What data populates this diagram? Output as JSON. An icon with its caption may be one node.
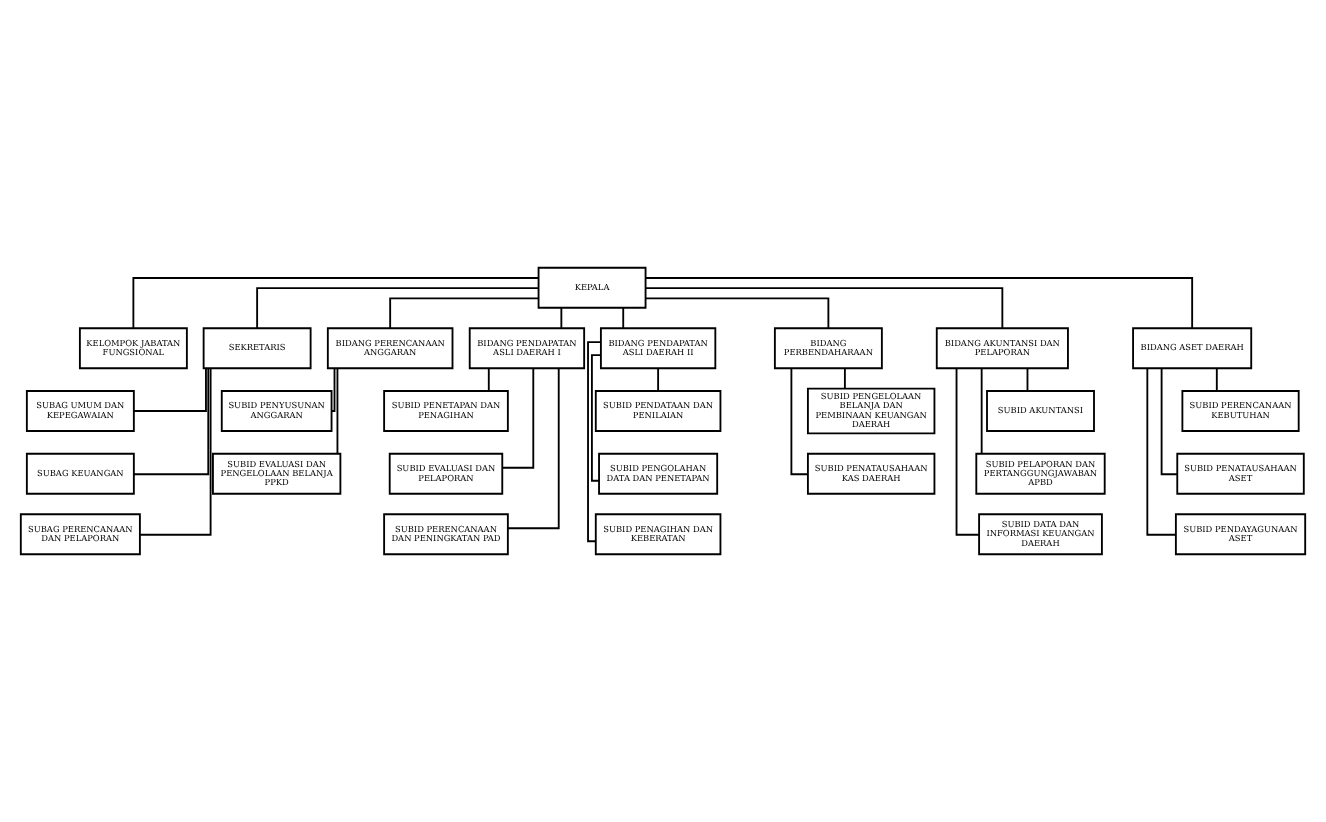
{
  "diagram": {
    "nodes": [
      {
        "text": [
          "KEPALA"
        ]
      },
      {
        "text": [
          "KELOMPOK JABATAN FUNGSIONAL"
        ]
      },
      {
        "text": [
          "SEKRETARIS"
        ]
      },
      {
        "text": [
          "SUBAG UMUM DAN KEPEGAWAIAN"
        ]
      },
      {
        "text": [
          "SUBAG KEUANGAN"
        ]
      },
      {
        "text": [
          "SUBAG PERENCANAAN DAN PELAPORAN"
        ]
      },
      {
        "text": [
          "BIDANG PERENCANAAN ANGGARAN"
        ]
      },
      {
        "text": [
          "BIDANG PENDAPATAN ASLI DAERAH I"
        ]
      },
      {
        "text": [
          "BIDANG PENDAPATAN ASLI DAERAH II"
        ]
      },
      {
        "text": [
          "BIDANG PERBENDAHARAAN"
        ]
      },
      {
        "text": [
          "BIDANG AKUNTANSI DAN PELAPORAN"
        ]
      },
      {
        "text": [
          "BIDANG ASET DAERAH"
        ]
      },
      {
        "text": [
          "SUBID PENYUSUNAN ANGGARAN"
        ]
      },
      {
        "text": [
          "SUBID EVALUASI DAN PENGELOLAAN BELANJA PPKD"
        ]
      },
      {
        "text": [
          "SUBID PENETAPAN DAN PENAGIHAN"
        ]
      },
      {
        "text": [
          "SUBID EVALUASI DAN PELAPORAN"
        ]
      },
      {
        "text": [
          "SUBID PERENCANAAN DAN PENINGKATAN PAD"
        ]
      },
      {
        "text": [
          "SUBID PENDATAAN DAN PENILAIAN"
        ]
      },
      {
        "text": [
          "SUBID PENGOLAHAN DATA DAN PENETAPAN"
        ]
      },
      {
        "text": [
          "SUBID PENAGIHAN DAN KEBERATAN"
        ]
      },
      {
        "text": [
          "SUBID PENGELOLAAN BELANJA DAN PEMBINAAN KEUANGAN DAERAH"
        ]
      },
      {
        "text": [
          "SUBID PENATAUSAHAAN KAS DAERAH"
        ]
      },
      {
        "text": [
          "SUBID AKUNTANSI"
        ]
      },
      {
        "text": [
          "SUBID PELAPORAN DAN PERTANGGUNGJAWABAN APBD"
        ]
      },
      {
        "text": [
          "SUBID DATA DAN INFORMASI KEUANGAN DAERAH"
        ]
      },
      {
        "text": [
          "SUBID PERENCANAAN KEBUTUHAN"
        ]
      },
      {
        "text": [
          "SUBID PENATAUSAHAAN ASET"
        ]
      },
      {
        "text": [
          "SUBID PENDAYAGUNAAN ASET"
        ]
      }
    ],
    "edges": [
      {
        "from": 0,
        "to": 1,
        "arrow": "none"
      },
      {
        "from": 0,
        "to": 2,
        "arrow": "none"
      },
      {
        "from": 2,
        "to": 3,
        "arrow": "none"
      },
      {
        "from": 2,
        "to": 4,
        "arrow": "none"
      },
      {
        "from": 2,
        "to": 5,
        "arrow": "none"
      },
      {
        "from": 0,
        "to": 6,
        "arrow": "none"
      },
      {
        "from": 0,
        "to": 7,
        "arrow": "none"
      },
      {
        "from": 0,
        "to": 8,
        "arrow": "none"
      },
      {
        "from": 0,
        "to": 9,
        "arrow": "none"
      },
      {
        "from": 0,
        "to": 10,
        "arrow": "none"
      },
      {
        "from": 0,
        "to": 11,
        "arrow": "none"
      },
      {
        "from": 6,
        "to": 12,
        "arrow": "none"
      },
      {
        "from": 6,
        "to": 13,
        "arrow": "none"
      },
      {
        "from": 7,
        "to": 14,
        "arrow": "none"
      },
      {
        "from": 7,
        "to": 15,
        "arrow": "none"
      },
      {
        "from": 7,
        "to": 16,
        "arrow": "none"
      },
      {
        "from": 8,
        "to": 17,
        "arrow": "none"
      },
      {
        "from": 8,
        "to": 18,
        "arrow": "none"
      },
      {
        "from": 8,
        "to": 19,
        "arrow": "none"
      },
      {
        "from": 9,
        "to": 20,
        "arrow": "none"
      },
      {
        "from": 9,
        "to": 21,
        "arrow": "none"
      },
      {
        "from": 10,
        "to": 22,
        "arrow": "none"
      },
      {
        "from": 10,
        "to": 23,
        "arrow": "none"
      },
      {
        "from": 10,
        "to": 24,
        "arrow": "none"
      },
      {
        "from": 11,
        "to": 25,
        "arrow": "none"
      },
      {
        "from": 11,
        "to": 26,
        "arrow": "none"
      },
      {
        "from": 11,
        "to": 27,
        "arrow": "none"
      }
    ]
  }
}
